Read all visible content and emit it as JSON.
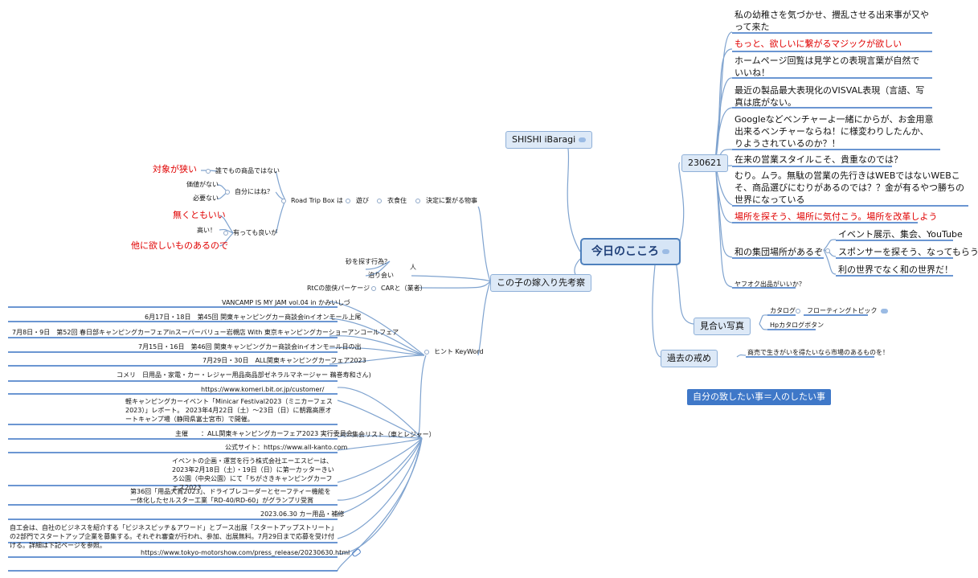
{
  "root": "今日のこころ",
  "branch_230621": {
    "label": "230621",
    "items": [
      "私の幼稚さを気づかせ、攪乱させる出来事が又やって来た",
      "もっと、欲しいに繋がるマジックが欲しい",
      "ホームページ回覧は見学との表現言葉が自然でいいね！",
      "最近の製品最大表現化のVISVAL表現（言語、写真は底がない。",
      "Googleなどベンチャーよ一緒にからが、お金用意出来るベンチャーならね！に様変わりしたんか、りようされているのか？！",
      "在来の営業スタイルこそ、貴重なのでは？",
      "むり。ムラ。無駄の営業の先行きはWEBではないWEBこそ、商品選びにむりがあるのでは？？金が有るやつ勝ちの世界になっている",
      "場所を探そう、場所に気付こう。場所を改革しよう",
      "和の集団場所があるぞ",
      "ヤフオク出品がいいか？"
    ],
    "wa_children": [
      "イベント展示、集会、YouTube",
      "スポンサーを探そう、なってもらう",
      "利の世界でなく和の世界だ！"
    ]
  },
  "shishi": "SHISHI iBaragi",
  "miai": {
    "label": "見合い写真",
    "catalog": "カタログ",
    "floating": "フローティングトピック",
    "hp": "Hpカタログボタン"
  },
  "kako": {
    "label": "過去の戒め",
    "child": "商売で生きがいを得たいなら市場のあるものを！"
  },
  "wish": "自分の致したい事＝人のしたい事",
  "yomeiri": {
    "label": "この子の嫁入り先考察",
    "kettei": "決定に繋がる物事",
    "ishoku": "衣食住",
    "asobi": "遊び",
    "roadtrip": "Road Trip Box は",
    "daredemo": "誰でもの商品ではない",
    "taisho": "対象が狭い",
    "jibun": "自分にはね？",
    "kachi": "価値がない",
    "hitsuyo": "必要ない",
    "atte": "有っても良いが",
    "naku": "無くともいい",
    "takai": "高い！",
    "hoka": "他に欲しいものあるので",
    "hito": "人",
    "suna": "砂を探す行為？",
    "tomari": "泊り会い",
    "car": "CARと（業者）",
    "rtc": "RtCの旅侠パーケージ",
    "hint": "ヒント KeyWord",
    "shukai": "集会リスト（車とレジャー）",
    "hint_items": [
      "VANCAMP IS MY JAM vol.04 in かみいしづ",
      "6月17日・18日　第45回 関東キャンピングカー商談会inイオンモール上尾",
      "7月8日・9日　第52回 春日部キャンピングカーフェアinスーパーバリュー岩槻店 With 東京キャンピングカーショーアンコールフェア",
      "7月15日・16日　第46回 関東キャンピングカー商談会inイオンモール日の出",
      "7月29日・30日　ALL関東キャンピングカーフェア2023",
      "コメリ　日用品・家電・カー・レジャー用品商品部ゼネラルマネージャー 鵜巻寿和さん)",
      "https://www.komeri.bit.or.jp/customer/",
      "軽キャンピングカーイベント「Minicar Festival2023（ミニカーフェス2023）」レポート。 2023年4月22日（土）～23日（日）に朝霧高原オートキャンプ場（静岡県富士宮市）で開催。",
      "主催　　：ALL関東キャンピングカーフェア2023 実行委員会",
      "公式サイト：https://www.all-kanto.com",
      "イベントの企画・運営を行う株式会社エーエスピーは、2023年2月18日（土）・19日（日）に第一カッターきいろ公園（中央公園）にて「ちがさきキャンピングカーフェス2023",
      "第36回「用品大賞2023」、ドライブレコーダーとセーフティー機能を一体化したセルスター工業「RD-40/RD-60」がグランプリ受賞",
      "2023.06.30 カー用品・補修",
      "自工会は、自社のビジネスを紹介する「ビジネスピッチ＆アワード」とブース出展「スタートアップストリート」の2部門でスタートアップ企業を募集する。それぞれ審査が行われ、参加、出展無料。7月29日まで応募を受け付ける。詳細は下記ページを参照。",
      "https://www.tokyo-motorshow.com/press_release/20230630.html"
    ]
  },
  "colors": {
    "branch_line": "#7fa3cf",
    "underline": "#3a73c4",
    "red_text": "#e00000",
    "root_border": "#4f81bd",
    "wish_bg": "#3f78c8"
  }
}
